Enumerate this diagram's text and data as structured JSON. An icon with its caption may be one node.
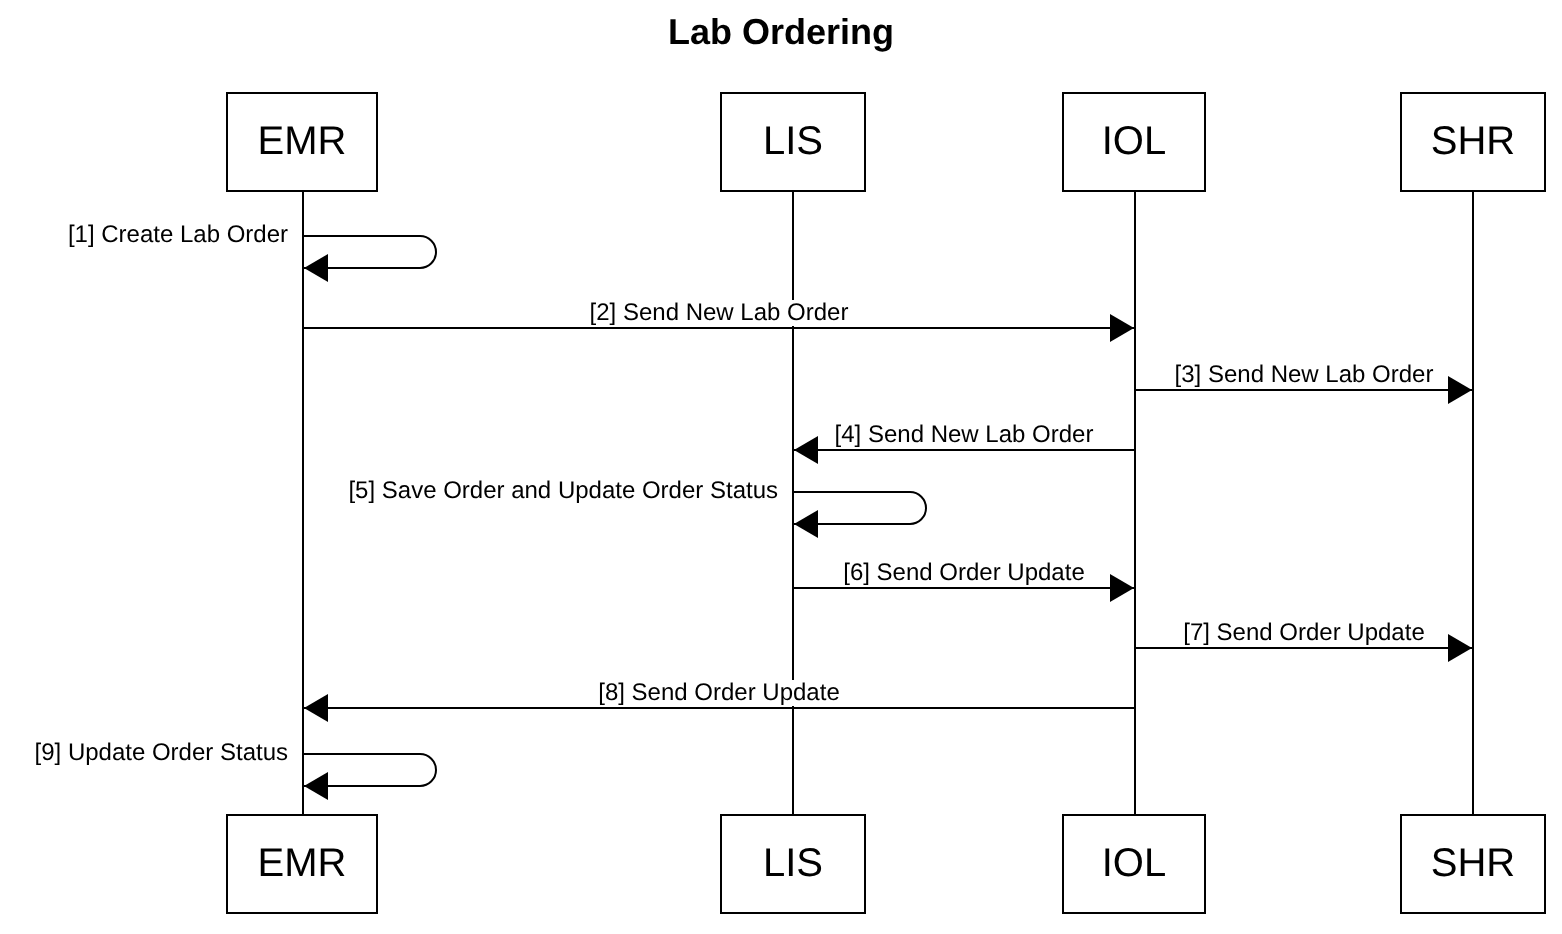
{
  "diagram": {
    "title": "Lab Ordering",
    "nodes": [
      {
        "text": [
          "EMR"
        ]
      },
      {
        "text": [
          "LIS"
        ]
      },
      {
        "text": [
          "IOL"
        ]
      },
      {
        "text": [
          "SHR"
        ]
      },
      {
        "text": [],
        "shape": "bar"
      },
      {
        "text": [],
        "shape": "bar"
      },
      {
        "text": [],
        "shape": "bar"
      },
      {
        "text": [],
        "shape": "bar"
      },
      {
        "text": [
          "EMR"
        ]
      },
      {
        "text": [
          "LIS"
        ]
      },
      {
        "text": [
          "IOL"
        ]
      },
      {
        "text": [
          "SHR"
        ]
      }
    ],
    "edges": [
      {
        "from": 4,
        "to": 4,
        "arrow": "to",
        "label": "[1] Create Lab Order"
      },
      {
        "from": 4,
        "to": 6,
        "arrow": "to",
        "label": "[2] Send New Lab Order"
      },
      {
        "from": 6,
        "to": 7,
        "arrow": "to",
        "label": "[3] Send New Lab Order"
      },
      {
        "from": 6,
        "to": 5,
        "arrow": "to",
        "label": "[4] Send New Lab Order"
      },
      {
        "from": 5,
        "to": 5,
        "arrow": "to",
        "label": "[5] Save Order and Update Order Status"
      },
      {
        "from": 5,
        "to": 6,
        "arrow": "to",
        "label": "[6] Send Order Update"
      },
      {
        "from": 6,
        "to": 7,
        "arrow": "to",
        "label": "[7] Send Order Update"
      },
      {
        "from": 6,
        "to": 4,
        "arrow": "to",
        "label": "[8] Send Order Update"
      },
      {
        "from": 4,
        "to": 4,
        "arrow": "to",
        "label": "[9] Update Order Status"
      }
    ]
  }
}
